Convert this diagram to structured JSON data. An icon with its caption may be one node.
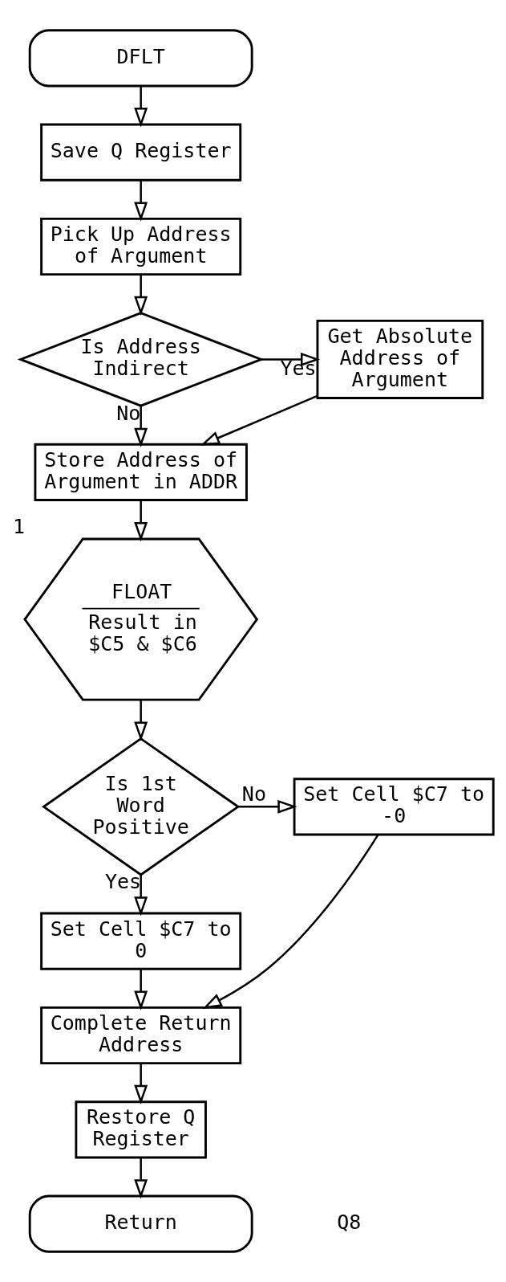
{
  "diagram": {
    "nodes": [
      {
        "text": [
          "DFLT"
        ]
      },
      {
        "text": [
          "Save Q Register"
        ]
      },
      {
        "text": [
          "Pick Up Address of Argument"
        ]
      },
      {
        "text": [
          "Is Address Indirect"
        ]
      },
      {
        "text": [
          "Get Absolute Address of Argument"
        ]
      },
      {
        "text": [
          "Store Address of Argument in ADDR"
        ]
      },
      {
        "text": [
          "FLOAT",
          "Result in $C5 & $C6"
        ],
        "beside": [
          "1"
        ]
      },
      {
        "text": [
          "Is 1st Word Positive"
        ]
      },
      {
        "text": [
          "Set Cell $C7 to -0"
        ]
      },
      {
        "text": [
          "Set Cell $C7 to 0"
        ]
      },
      {
        "text": [
          "Complete Return Address"
        ]
      },
      {
        "text": [
          "Restore Q Register"
        ]
      },
      {
        "text": [
          "Return"
        ]
      }
    ],
    "edges": [
      {
        "from": 0,
        "to": 1,
        "arrow": "to"
      },
      {
        "from": 1,
        "to": 2,
        "arrow": "to"
      },
      {
        "from": 2,
        "to": 3,
        "arrow": "to"
      },
      {
        "from": 3,
        "to": 4,
        "arrow": "to",
        "label": "Yes"
      },
      {
        "from": 3,
        "to": 5,
        "arrow": "to",
        "label": "No"
      },
      {
        "from": 4,
        "to": 5,
        "arrow": "to"
      },
      {
        "from": 5,
        "to": 6,
        "arrow": "to"
      },
      {
        "from": 6,
        "to": 7,
        "arrow": "to"
      },
      {
        "from": 7,
        "to": 8,
        "arrow": "to",
        "label": "No"
      },
      {
        "from": 7,
        "to": 9,
        "arrow": "to",
        "label": "Yes"
      },
      {
        "from": 9,
        "to": 10,
        "arrow": "to"
      },
      {
        "from": 8,
        "to": 10,
        "arrow": "to"
      },
      {
        "from": 10,
        "to": 11,
        "arrow": "to"
      },
      {
        "from": 11,
        "to": 12,
        "arrow": "to"
      }
    ],
    "labels": [
      "Q8"
    ]
  }
}
